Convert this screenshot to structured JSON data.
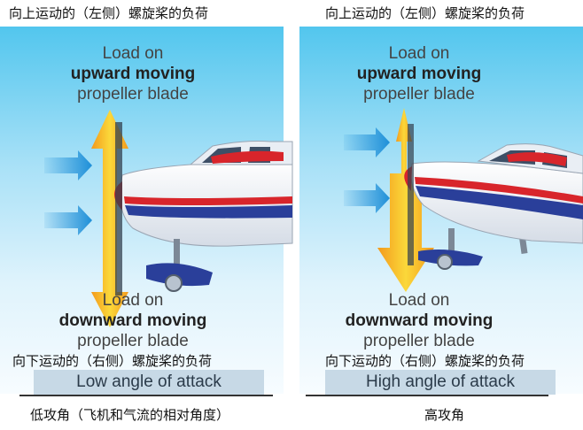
{
  "left": {
    "cn_top": "向上运动的（左侧）螺旋桨的负荷",
    "upward_load": {
      "line1": "Load on",
      "line2": "upward moving",
      "line3": "propeller blade"
    },
    "downward_load": {
      "line1": "Load on",
      "line2": "downward moving",
      "line3": "propeller blade"
    },
    "cn_bottom": "向下运动的（右侧）螺旋桨的负荷",
    "angle_label": "Low angle of attack",
    "cn_caption": "低攻角（飞机和气流的相对角度）"
  },
  "right": {
    "cn_top": "向上运动的（左侧）螺旋桨的负荷",
    "upward_load": {
      "line1": "Load on",
      "line2": "upward moving",
      "line3": "propeller blade"
    },
    "downward_load": {
      "line1": "Load on",
      "line2": "downward moving",
      "line3": "propeller blade"
    },
    "cn_bottom": "向下运动的（右侧）螺旋桨的负荷",
    "angle_label": "High angle of attack",
    "cn_caption": "高攻角"
  },
  "colors": {
    "sky_top": "#52c6ee",
    "arrow_orange": "#f39a1c",
    "arrow_yellow": "#fbd83a",
    "airflow_blue": "#1e8fd8",
    "fuselage_red": "#d8252b",
    "fuselage_blue": "#2a3f9a",
    "angle_bar": "#c7d9e6"
  }
}
